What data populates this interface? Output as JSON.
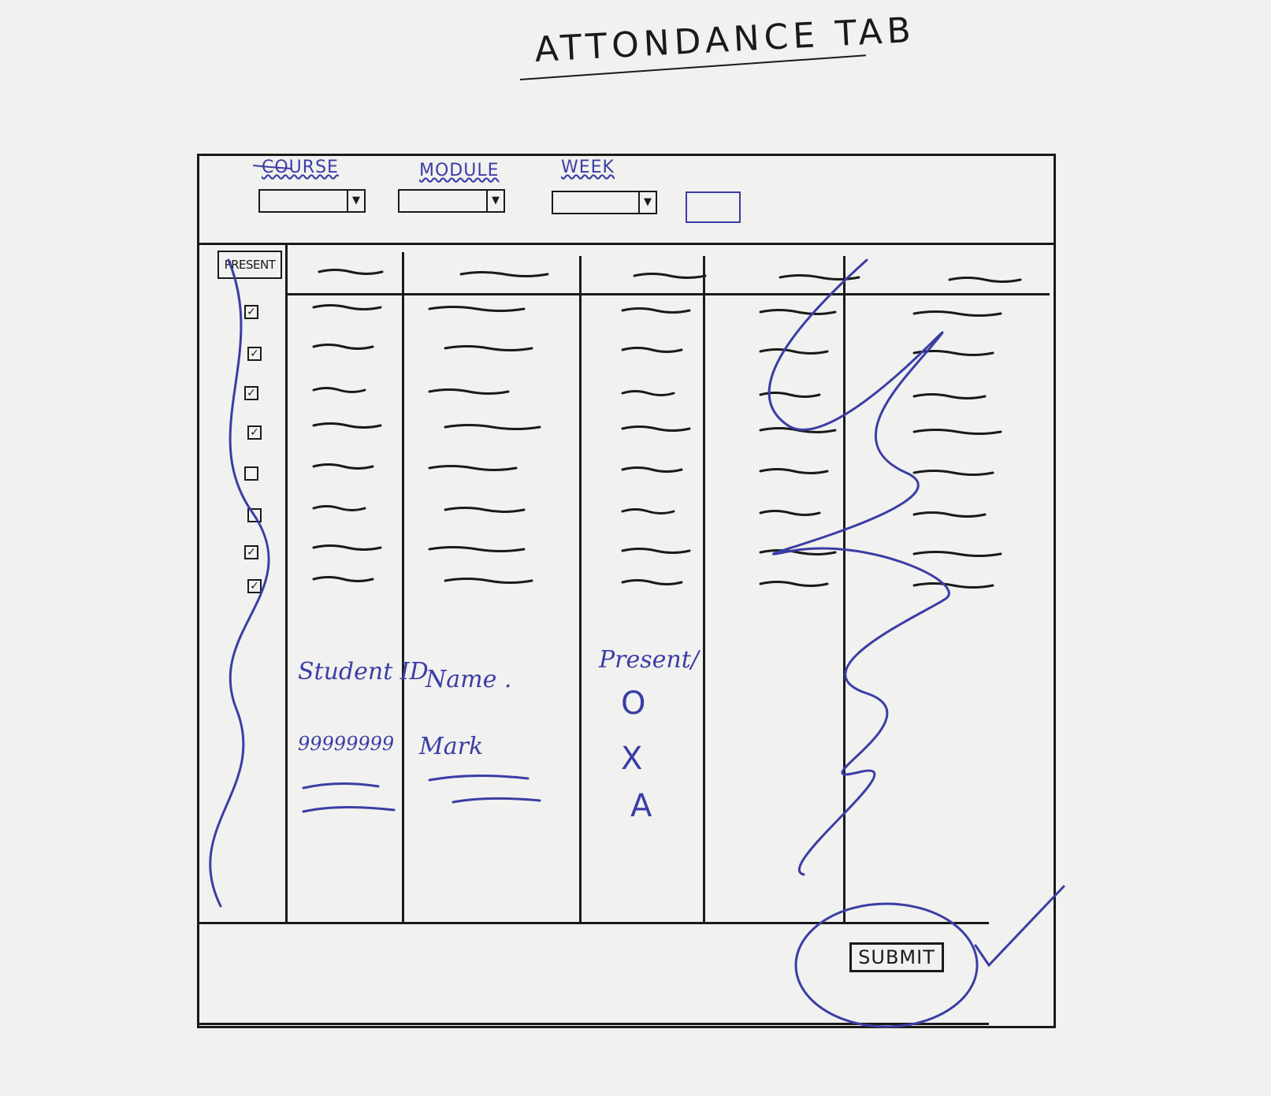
{
  "page": {
    "title": "ATTONDANCE TAB"
  },
  "filters": {
    "course": {
      "label": "COURSE",
      "value": ""
    },
    "module": {
      "label": "MODULE",
      "value": ""
    },
    "week": {
      "label": "WEEK",
      "value": ""
    }
  },
  "table": {
    "present_header": "PRESENT",
    "row_checks": [
      true,
      true,
      true,
      true,
      false,
      false,
      true,
      true
    ]
  },
  "notes": {
    "student_id_label": "Student ID",
    "name_label": "Name .",
    "present_label": "Present/",
    "example_id": "99999999",
    "example_name": "Mark",
    "status_present": "O",
    "status_excused": "X",
    "status_absent": "A"
  },
  "footer": {
    "submit_label": "SUBMIT"
  },
  "colors": {
    "ink": "#1a1a1a",
    "pen": "#3b3da6",
    "paper": "#f1f1ef"
  }
}
